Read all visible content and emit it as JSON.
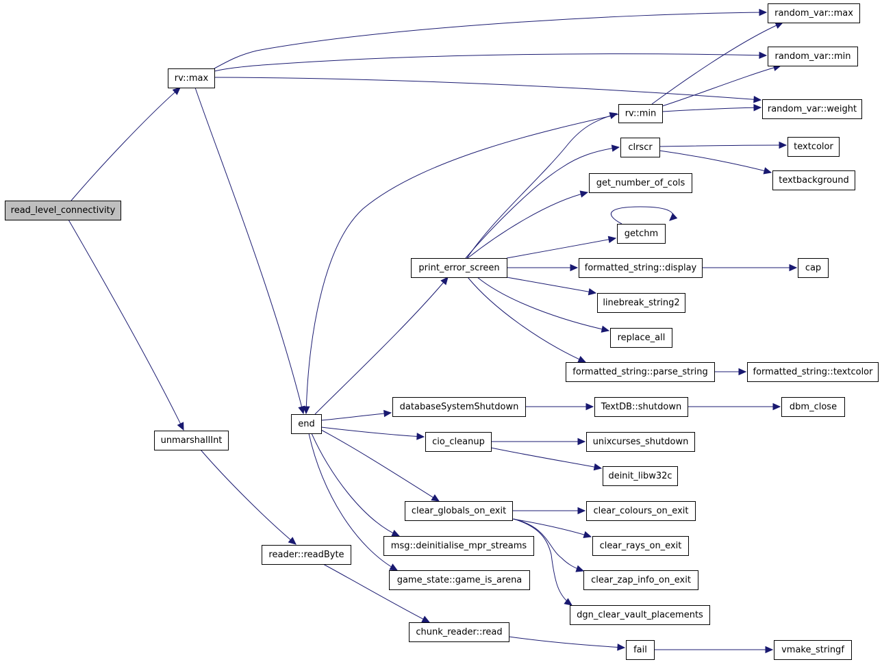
{
  "graph": {
    "title": "",
    "nodes": [
      {
        "id": "read_level_connectivity",
        "label": "read_level_connectivity",
        "root": true
      },
      {
        "id": "rv_max",
        "label": "rv::max"
      },
      {
        "id": "random_var_max",
        "label": "random_var::max"
      },
      {
        "id": "random_var_min",
        "label": "random_var::min"
      },
      {
        "id": "random_var_weight",
        "label": "random_var::weight"
      },
      {
        "id": "rv_min",
        "label": "rv::min"
      },
      {
        "id": "clrscr",
        "label": "clrscr"
      },
      {
        "id": "textcolor",
        "label": "textcolor"
      },
      {
        "id": "textbackground",
        "label": "textbackground"
      },
      {
        "id": "get_number_of_cols",
        "label": "get_number_of_cols"
      },
      {
        "id": "getchm",
        "label": "getchm"
      },
      {
        "id": "print_error_screen",
        "label": "print_error_screen"
      },
      {
        "id": "formatted_string_display",
        "label": "formatted_string::display"
      },
      {
        "id": "cap",
        "label": "cap"
      },
      {
        "id": "linebreak_string2",
        "label": "linebreak_string2"
      },
      {
        "id": "replace_all",
        "label": "replace_all"
      },
      {
        "id": "formatted_string_parse_string",
        "label": "formatted_string::parse_string"
      },
      {
        "id": "formatted_string_textcolor",
        "label": "formatted_string::textcolor"
      },
      {
        "id": "end",
        "label": "end"
      },
      {
        "id": "databaseSystemShutdown",
        "label": "databaseSystemShutdown"
      },
      {
        "id": "TextDB_shutdown",
        "label": "TextDB::shutdown"
      },
      {
        "id": "dbm_close",
        "label": "dbm_close"
      },
      {
        "id": "unmarshallInt",
        "label": "unmarshallInt"
      },
      {
        "id": "cio_cleanup",
        "label": "cio_cleanup"
      },
      {
        "id": "unixcurses_shutdown",
        "label": "unixcurses_shutdown"
      },
      {
        "id": "deinit_libw32c",
        "label": "deinit_libw32c"
      },
      {
        "id": "clear_globals_on_exit",
        "label": "clear_globals_on_exit"
      },
      {
        "id": "clear_colours_on_exit",
        "label": "clear_colours_on_exit"
      },
      {
        "id": "clear_rays_on_exit",
        "label": "clear_rays_on_exit"
      },
      {
        "id": "msg_deinitialise_mpr_streams",
        "label": "msg::deinitialise_mpr_streams"
      },
      {
        "id": "reader_readByte",
        "label": "reader::readByte"
      },
      {
        "id": "clear_zap_info_on_exit",
        "label": "clear_zap_info_on_exit"
      },
      {
        "id": "game_state_game_is_arena",
        "label": "game_state::game_is_arena"
      },
      {
        "id": "dgn_clear_vault_placements",
        "label": "dgn_clear_vault_placements"
      },
      {
        "id": "chunk_reader_read",
        "label": "chunk_reader::read"
      },
      {
        "id": "fail",
        "label": "fail"
      },
      {
        "id": "vmake_stringf",
        "label": "vmake_stringf"
      }
    ],
    "edges": [
      {
        "from": "read_level_connectivity",
        "to": "rv_max"
      },
      {
        "from": "read_level_connectivity",
        "to": "unmarshallInt"
      },
      {
        "from": "rv_max",
        "to": "random_var_max"
      },
      {
        "from": "rv_max",
        "to": "random_var_min"
      },
      {
        "from": "rv_max",
        "to": "random_var_weight"
      },
      {
        "from": "rv_max",
        "to": "end"
      },
      {
        "from": "rv_min",
        "to": "random_var_max"
      },
      {
        "from": "rv_min",
        "to": "random_var_min"
      },
      {
        "from": "rv_min",
        "to": "random_var_weight"
      },
      {
        "from": "rv_min",
        "to": "end"
      },
      {
        "from": "clrscr",
        "to": "textcolor"
      },
      {
        "from": "clrscr",
        "to": "textbackground"
      },
      {
        "from": "getchm",
        "to": "getchm"
      },
      {
        "from": "print_error_screen",
        "to": "rv_min"
      },
      {
        "from": "print_error_screen",
        "to": "clrscr"
      },
      {
        "from": "print_error_screen",
        "to": "get_number_of_cols"
      },
      {
        "from": "print_error_screen",
        "to": "getchm"
      },
      {
        "from": "print_error_screen",
        "to": "formatted_string_display"
      },
      {
        "from": "print_error_screen",
        "to": "linebreak_string2"
      },
      {
        "from": "print_error_screen",
        "to": "replace_all"
      },
      {
        "from": "print_error_screen",
        "to": "formatted_string_parse_string"
      },
      {
        "from": "formatted_string_display",
        "to": "cap"
      },
      {
        "from": "formatted_string_parse_string",
        "to": "formatted_string_textcolor"
      },
      {
        "from": "end",
        "to": "print_error_screen"
      },
      {
        "from": "end",
        "to": "databaseSystemShutdown"
      },
      {
        "from": "end",
        "to": "cio_cleanup"
      },
      {
        "from": "end",
        "to": "clear_globals_on_exit"
      },
      {
        "from": "end",
        "to": "msg_deinitialise_mpr_streams"
      },
      {
        "from": "end",
        "to": "game_state_game_is_arena"
      },
      {
        "from": "databaseSystemShutdown",
        "to": "TextDB_shutdown"
      },
      {
        "from": "TextDB_shutdown",
        "to": "dbm_close"
      },
      {
        "from": "cio_cleanup",
        "to": "unixcurses_shutdown"
      },
      {
        "from": "cio_cleanup",
        "to": "deinit_libw32c"
      },
      {
        "from": "clear_globals_on_exit",
        "to": "clear_colours_on_exit"
      },
      {
        "from": "clear_globals_on_exit",
        "to": "clear_rays_on_exit"
      },
      {
        "from": "clear_globals_on_exit",
        "to": "clear_zap_info_on_exit"
      },
      {
        "from": "clear_globals_on_exit",
        "to": "dgn_clear_vault_placements"
      },
      {
        "from": "unmarshallInt",
        "to": "reader_readByte"
      },
      {
        "from": "reader_readByte",
        "to": "chunk_reader_read"
      },
      {
        "from": "chunk_reader_read",
        "to": "fail"
      },
      {
        "from": "fail",
        "to": "vmake_stringf"
      }
    ]
  },
  "colors": {
    "edge": "#191970",
    "root_fill": "#bfbfbf",
    "node_fill": "#ffffff",
    "node_stroke": "#000000"
  }
}
